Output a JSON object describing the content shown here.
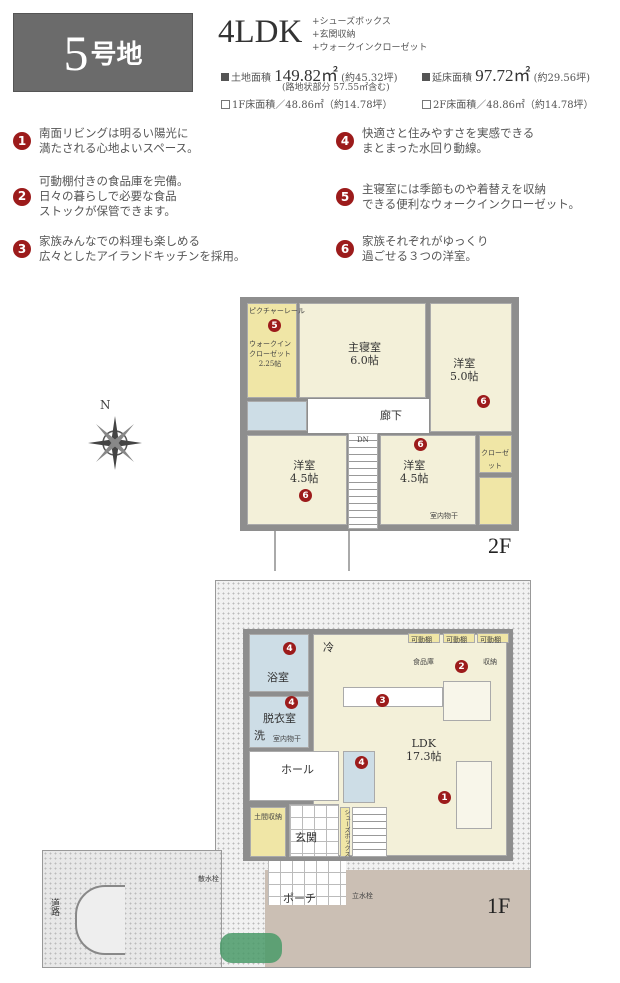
{
  "lot": {
    "number": "5",
    "suffix": "号地"
  },
  "plan": {
    "type": "4LDK",
    "extras": [
      "+シューズボックス",
      "+玄関収納",
      "+ウォークインクローゼット"
    ]
  },
  "specs": {
    "land": {
      "label": "土地面積",
      "value": "149.82㎡",
      "tsubo": "(約45.32坪)",
      "note": "(路地状部分 57.55㎡含む)"
    },
    "total_floor": {
      "label": "延床面積",
      "value": "97.72㎡",
      "tsubo": "(約29.56坪)"
    },
    "floor1": "1F床面積／48.86㎡（約14.78坪）",
    "floor2": "2F床面積／48.86㎡（約14.78坪）"
  },
  "features": [
    {
      "n": "1",
      "lines": [
        "南面リビングは明るい陽光に",
        "満たされる心地よいスペース。"
      ]
    },
    {
      "n": "2",
      "lines": [
        "可動棚付きの食品庫を完備。",
        "日々の暮らしで必要な食品",
        "ストックが保管できます。"
      ]
    },
    {
      "n": "3",
      "lines": [
        "家族みんなでの料理も楽しめる",
        "広々としたアイランドキッチンを採用。"
      ]
    },
    {
      "n": "4",
      "lines": [
        "快適さと住みやすさを実感できる",
        "まとまった水回り動線。"
      ]
    },
    {
      "n": "5",
      "lines": [
        "主寝室には季節ものや着替えを収納",
        "できる便利なウォークインクローゼット。"
      ]
    },
    {
      "n": "6",
      "lines": [
        "家族それぞれがゆっくり",
        "過ごせる３つの洋室。"
      ]
    }
  ],
  "compass": {
    "label": "N",
    "icon": "compass-rose-icon"
  },
  "floor2": {
    "label": "2F",
    "rooms": {
      "wic": [
        "ウォークイン",
        "クローゼット",
        "2.25帖"
      ],
      "wic_top": "ピクチャーレール",
      "master": [
        "主寝室",
        "6.0帖"
      ],
      "west5": [
        "洋室",
        "5.0帖"
      ],
      "hall": "廊下",
      "west45a": [
        "洋室",
        "4.5帖"
      ],
      "west45b": [
        "洋室",
        "4.5帖"
      ],
      "closet": "クローゼット",
      "stairs": "DN",
      "drying": "室内物干"
    }
  },
  "floor1": {
    "label": "1F",
    "rooms": {
      "bath": "浴室",
      "dressing": "脱衣室",
      "washer": "洗",
      "drying": "室内物干",
      "fridge": "冷",
      "pantry": "食品庫",
      "storage": "収納",
      "shelf": "可動棚",
      "ldk": [
        "LDK",
        "17.3帖"
      ],
      "hall": "ホール",
      "entrance": "玄関",
      "doma_storage": "土間収納",
      "shoebox": "シューズボックス",
      "porch": "ポーチ",
      "water_tap": "散水栓",
      "standing_tap": "立水栓",
      "road": "道路"
    }
  },
  "colors": {
    "marker": "#9c1b1b",
    "room": "#f3f0d9",
    "wet": "#cddde6",
    "storage": "#f0e6a6",
    "terrace": "#cbbfb4"
  }
}
